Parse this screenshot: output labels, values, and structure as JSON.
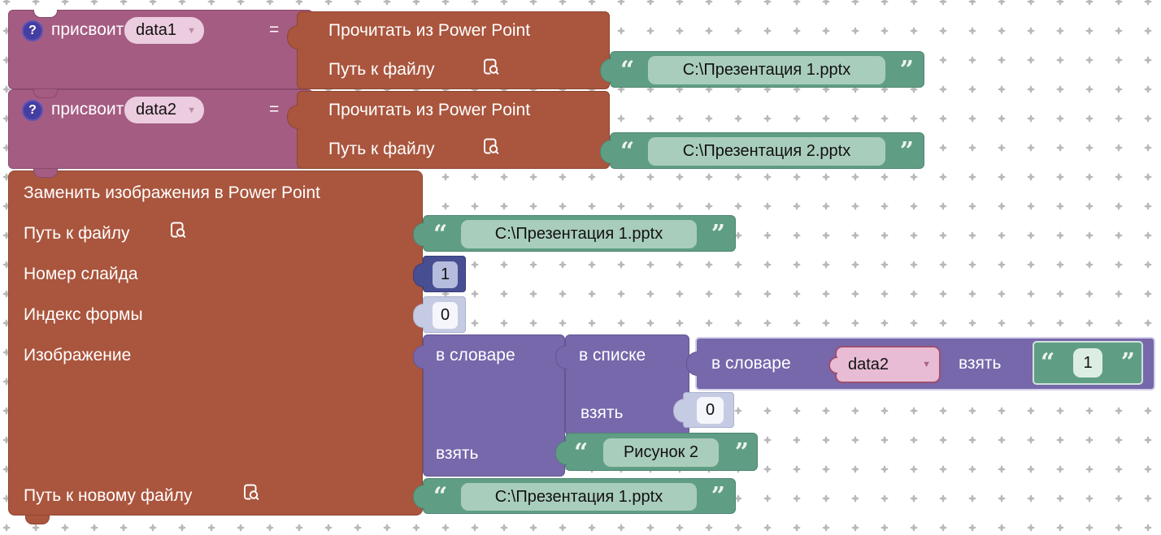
{
  "quote_open": "“",
  "quote_close": "”",
  "colors": {
    "assign_block": "#a55c82",
    "powerpoint_block": "#aa553d",
    "string_block": "#5f9e85",
    "string_field": "#a9cdbc",
    "dict_block": "#7767ab",
    "number_block_selected": "#474f92",
    "number_block": "#c6cbe4",
    "variable_field": "#ecccdf",
    "variable_block": "#e7bcd4",
    "variable_block_border": "#9d4f6f",
    "workspace_dots": "#b9b9b9"
  },
  "assign_blocks": [
    {
      "help_icon": "?",
      "label": "присвоить",
      "variable": "data1",
      "equals": "=",
      "value_block": {
        "title": "Прочитать из Power Point",
        "param_label": "Путь к файлу",
        "param_value": "C:\\Презентация 1.pptx"
      }
    },
    {
      "help_icon": "?",
      "label": "присвоить",
      "variable": "data2",
      "equals": "=",
      "value_block": {
        "title": "Прочитать из Power Point",
        "param_label": "Путь к файлу",
        "param_value": "C:\\Презентация 2.pptx"
      }
    }
  ],
  "replace_block": {
    "title": "Заменить изображения в Power Point",
    "params": {
      "file_path": {
        "label": "Путь к файлу",
        "value": "C:\\Презентация 1.pptx"
      },
      "slide_number": {
        "label": "Номер слайда",
        "value": "1"
      },
      "shape_index": {
        "label": "Индекс формы",
        "value": "0"
      },
      "image": {
        "label": "Изображение"
      },
      "new_file_path": {
        "label": "Путь к новому файлу",
        "value": "C:\\Презентация 1.pptx"
      }
    },
    "image_expression": {
      "dict_outer": {
        "label": "в словаре",
        "take_label": "взять",
        "take_value": "Рисунок 2"
      },
      "list_inner": {
        "label": "в списке",
        "take_label": "взять",
        "take_value": "0"
      },
      "dict_inner": {
        "label": "в словаре",
        "variable": "data2",
        "take_label": "взять",
        "take_value": "1"
      }
    }
  }
}
